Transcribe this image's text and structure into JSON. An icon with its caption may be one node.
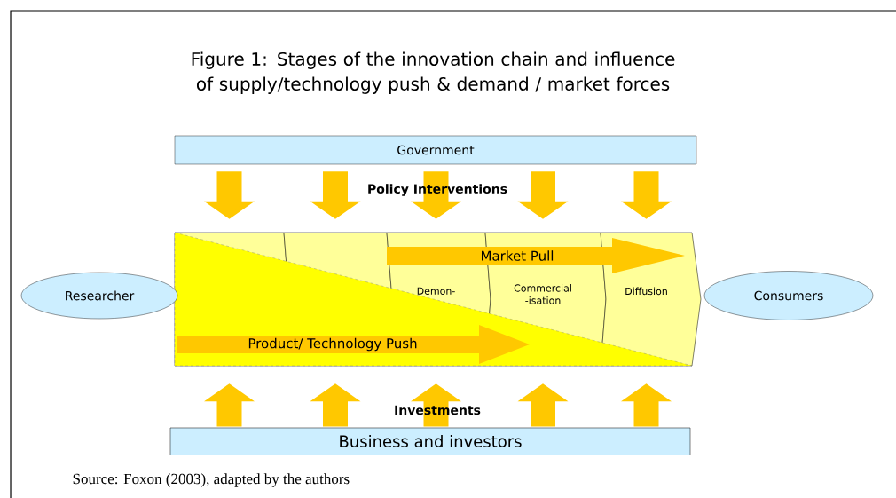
{
  "diagram": {
    "title": "Figure 1: Stages of the innovation chain and influence of supply/technology push & demand / market forces",
    "caption": "Source: Foxon (2003), adapted by the authors",
    "nodes": [
      {
        "text": [
          "Government"
        ]
      },
      {
        "text": [
          "Business and investors"
        ]
      },
      {
        "text": [
          "Researcher"
        ]
      },
      {
        "text": [
          "Consumers"
        ]
      },
      {
        "text": [],
        "shape": "box"
      },
      {
        "text": [],
        "shape": "box"
      },
      {
        "text": [
          "Demon-"
        ]
      },
      {
        "text": [
          "Commercial -isation"
        ]
      },
      {
        "text": [
          "Diffusion"
        ]
      },
      {
        "text": [
          "Market Pull"
        ]
      },
      {
        "text": [
          "Product/ Technology Push"
        ]
      }
    ],
    "edges": [
      {
        "from": 0,
        "to": 4,
        "arrow": "to"
      },
      {
        "from": 0,
        "to": 5,
        "arrow": "to"
      },
      {
        "from": 0,
        "to": 6,
        "arrow": "to"
      },
      {
        "from": 0,
        "to": 7,
        "arrow": "to"
      },
      {
        "from": 0,
        "to": 8,
        "arrow": "to"
      },
      {
        "from": 1,
        "to": 4,
        "arrow": "to"
      },
      {
        "from": 1,
        "to": 5,
        "arrow": "to"
      },
      {
        "from": 1,
        "to": 6,
        "arrow": "to"
      },
      {
        "from": 1,
        "to": 7,
        "arrow": "to"
      },
      {
        "from": 1,
        "to": 8,
        "arrow": "to"
      }
    ],
    "labels": [
      "Policy Interventions",
      "Investments"
    ]
  }
}
